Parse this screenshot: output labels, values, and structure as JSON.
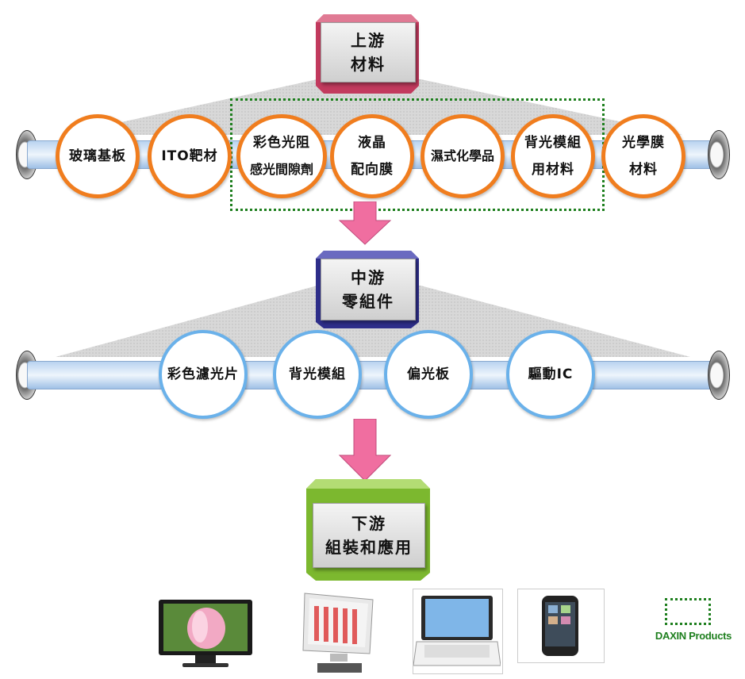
{
  "upstream": {
    "label_line1": "上游",
    "label_line2": "材料",
    "items": [
      {
        "line1": "玻璃基板",
        "line2": ""
      },
      {
        "line1": "ITO靶材",
        "line2": ""
      },
      {
        "line1": "彩色光阻",
        "line2": "感光間隙劑"
      },
      {
        "line1": "液晶",
        "line2": "配向膜"
      },
      {
        "line1": "濕式化學品",
        "line2": ""
      },
      {
        "line1": "背光模組",
        "line2": "用材料"
      },
      {
        "line1": "光學膜",
        "line2": "材料"
      }
    ]
  },
  "midstream": {
    "label_line1": "中游",
    "label_line2": "零組件",
    "items": [
      {
        "line1": "彩色濾光片"
      },
      {
        "line1": "背光模組"
      },
      {
        "line1": "偏光板"
      },
      {
        "line1": "驅動IC"
      }
    ]
  },
  "downstream": {
    "label_line1": "下游",
    "label_line2": "組裝和應用"
  },
  "legend": {
    "label": "DAXIN Products"
  },
  "colors": {
    "upstream_accent": "#f07d1e",
    "midstream_accent": "#6ab1ea",
    "legend_green": "#1e7f1e",
    "arrow_pink": "#f06ea0",
    "upstream_cap": "#c23a5e",
    "midstream_cap": "#2e2e8a",
    "downstream_cap": "#7cb82f"
  },
  "devices": [
    {
      "icon": "tv-icon"
    },
    {
      "icon": "desktop-monitor-icon"
    },
    {
      "icon": "laptop-icon"
    },
    {
      "icon": "smartphone-icon"
    }
  ]
}
